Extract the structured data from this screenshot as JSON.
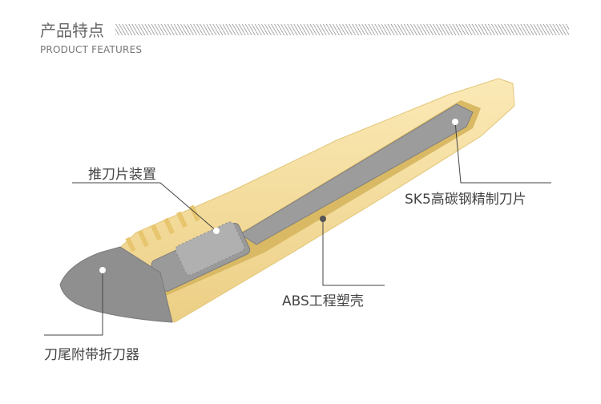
{
  "header": {
    "title": "产品特点",
    "subtitle": "PRODUCT  FEATURES"
  },
  "callouts": {
    "slider": "推刀片装置",
    "blade": "SK5高碳钢精制刀片",
    "shell": "ABS工程塑壳",
    "tail": "刀尾附带折刀器"
  },
  "colors": {
    "body": "#f6dfa0",
    "cap": "#8e8e8e",
    "blade": "#9a9a9a",
    "line": "#444444"
  }
}
